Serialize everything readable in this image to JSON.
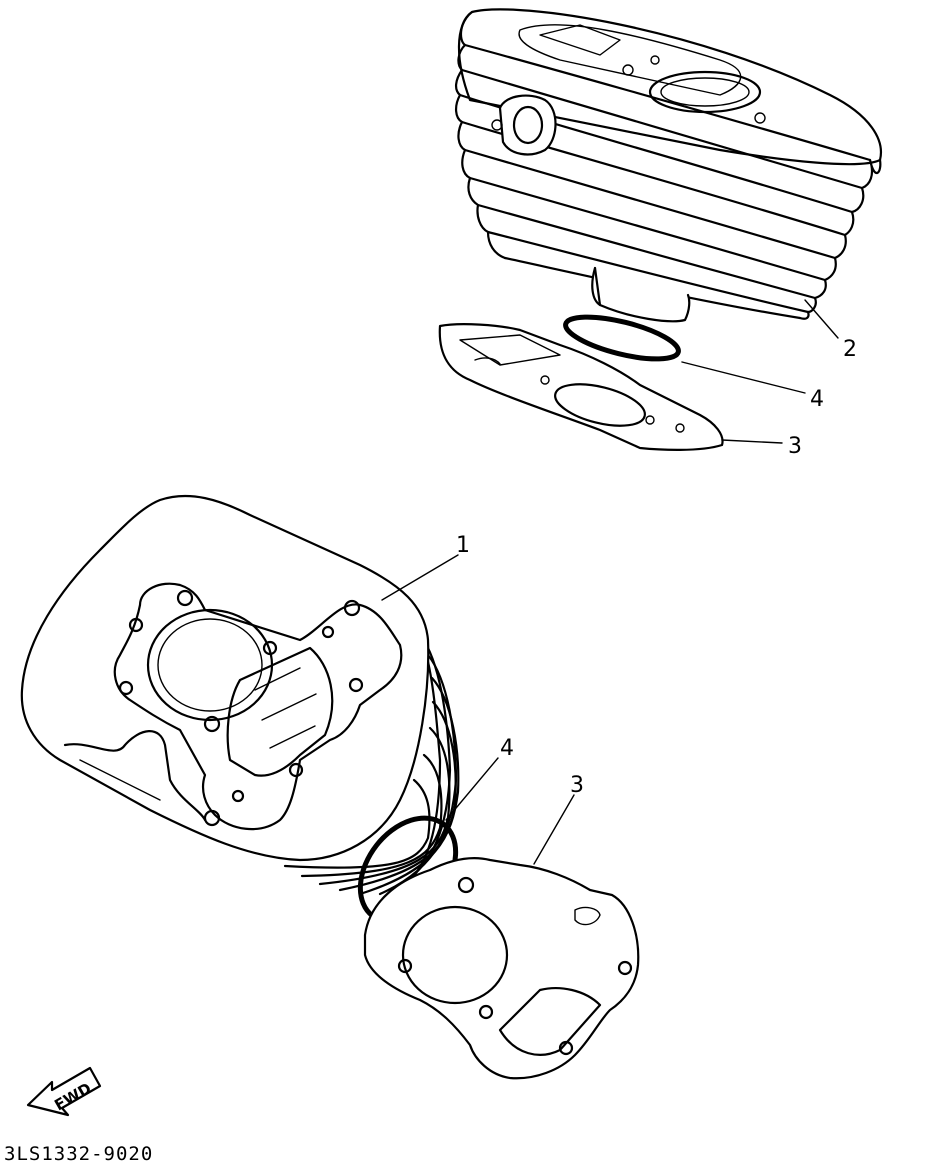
{
  "callouts": {
    "part_1": "1",
    "part_2": "2",
    "part_3_top": "3",
    "part_4_top": "4",
    "part_3_bottom": "3",
    "part_4_bottom": "4"
  },
  "direction_marker": "FWD",
  "drawing_code": "3LS1332-9020",
  "colors": {
    "ink": "#000000",
    "paper": "#ffffff"
  }
}
